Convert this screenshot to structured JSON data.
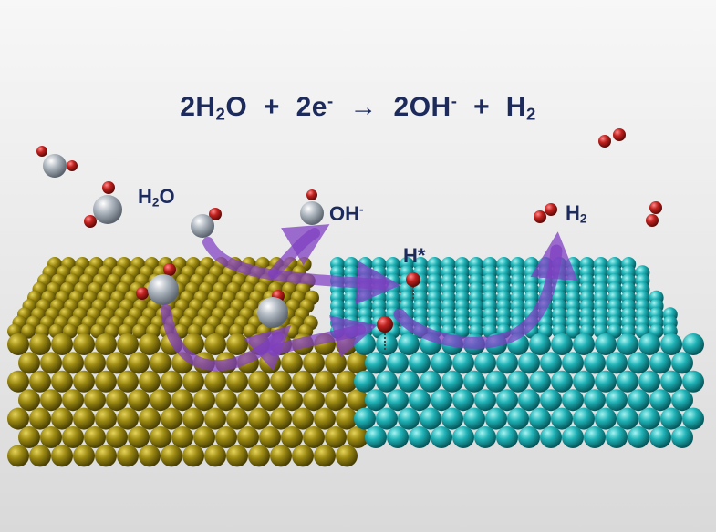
{
  "equation": {
    "lhs_a": "2H",
    "lhs_a_sub": "2",
    "lhs_b": "O",
    "plus1": "+",
    "e": "2e",
    "e_sup": "-",
    "arrow": "→",
    "oh": "2OH",
    "oh_sup": "-",
    "plus2": "+",
    "h2": "H",
    "h2_sub": "2"
  },
  "labels": {
    "water": "H",
    "water_sub": "2",
    "water_tail": "O",
    "hydroxide": "OH",
    "hydroxide_sup": "-",
    "adsorbed_h": "H*",
    "hydrogen": "H",
    "hydrogen_sub": "2"
  },
  "colors": {
    "left_slab": "#8a7a0e",
    "right_slab": "#1fb2b6",
    "oxygen": "#b82222",
    "hydrogen_atom": "#a9b3bd",
    "arrow": "#7f3fc2",
    "text": "#1c2a5c"
  }
}
